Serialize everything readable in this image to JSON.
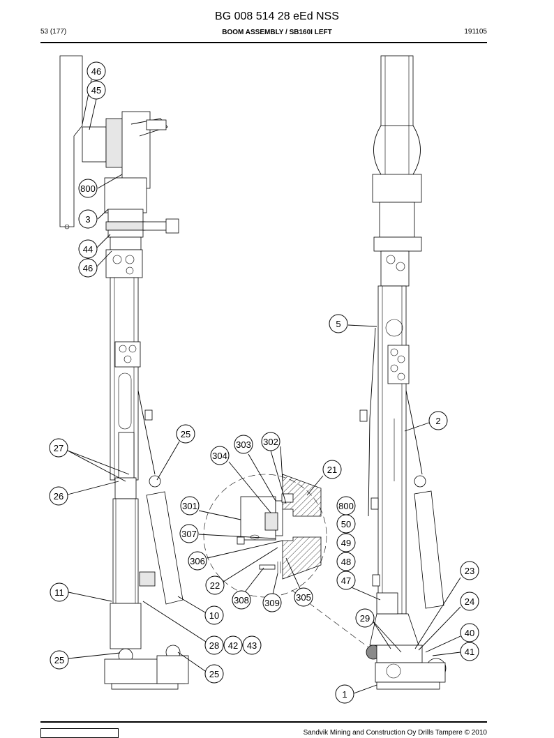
{
  "header": {
    "title": "BG 008 514 28 eEd NSS",
    "page": "53 (177)",
    "section": "BOOM ASSEMBLY / SB160I LEFT",
    "code": "191105"
  },
  "footer": {
    "text": "Sandvik Mining and Construction Oy Drills Tampere © 2010"
  },
  "callouts": {
    "c46a": "46",
    "c45": "45",
    "c800a": "800",
    "c3": "3",
    "c44": "44",
    "c46b": "46",
    "c5": "5",
    "c2": "2",
    "c25a": "25",
    "c27": "27",
    "c26": "26",
    "c303": "303",
    "c302": "302",
    "c304": "304",
    "c21": "21",
    "c301": "301",
    "c800b": "800",
    "c50": "50",
    "c307": "307",
    "c49": "49",
    "c306": "306",
    "c48": "48",
    "c22": "22",
    "c47": "47",
    "c23": "23",
    "c308": "308",
    "c309": "309",
    "c305": "305",
    "c11": "11",
    "c24": "24",
    "c10": "10",
    "c29": "29",
    "c40": "40",
    "c28": "28",
    "c42": "42",
    "c43": "43",
    "c41": "41",
    "c25b": "25",
    "c25c": "25",
    "c1": "1"
  }
}
